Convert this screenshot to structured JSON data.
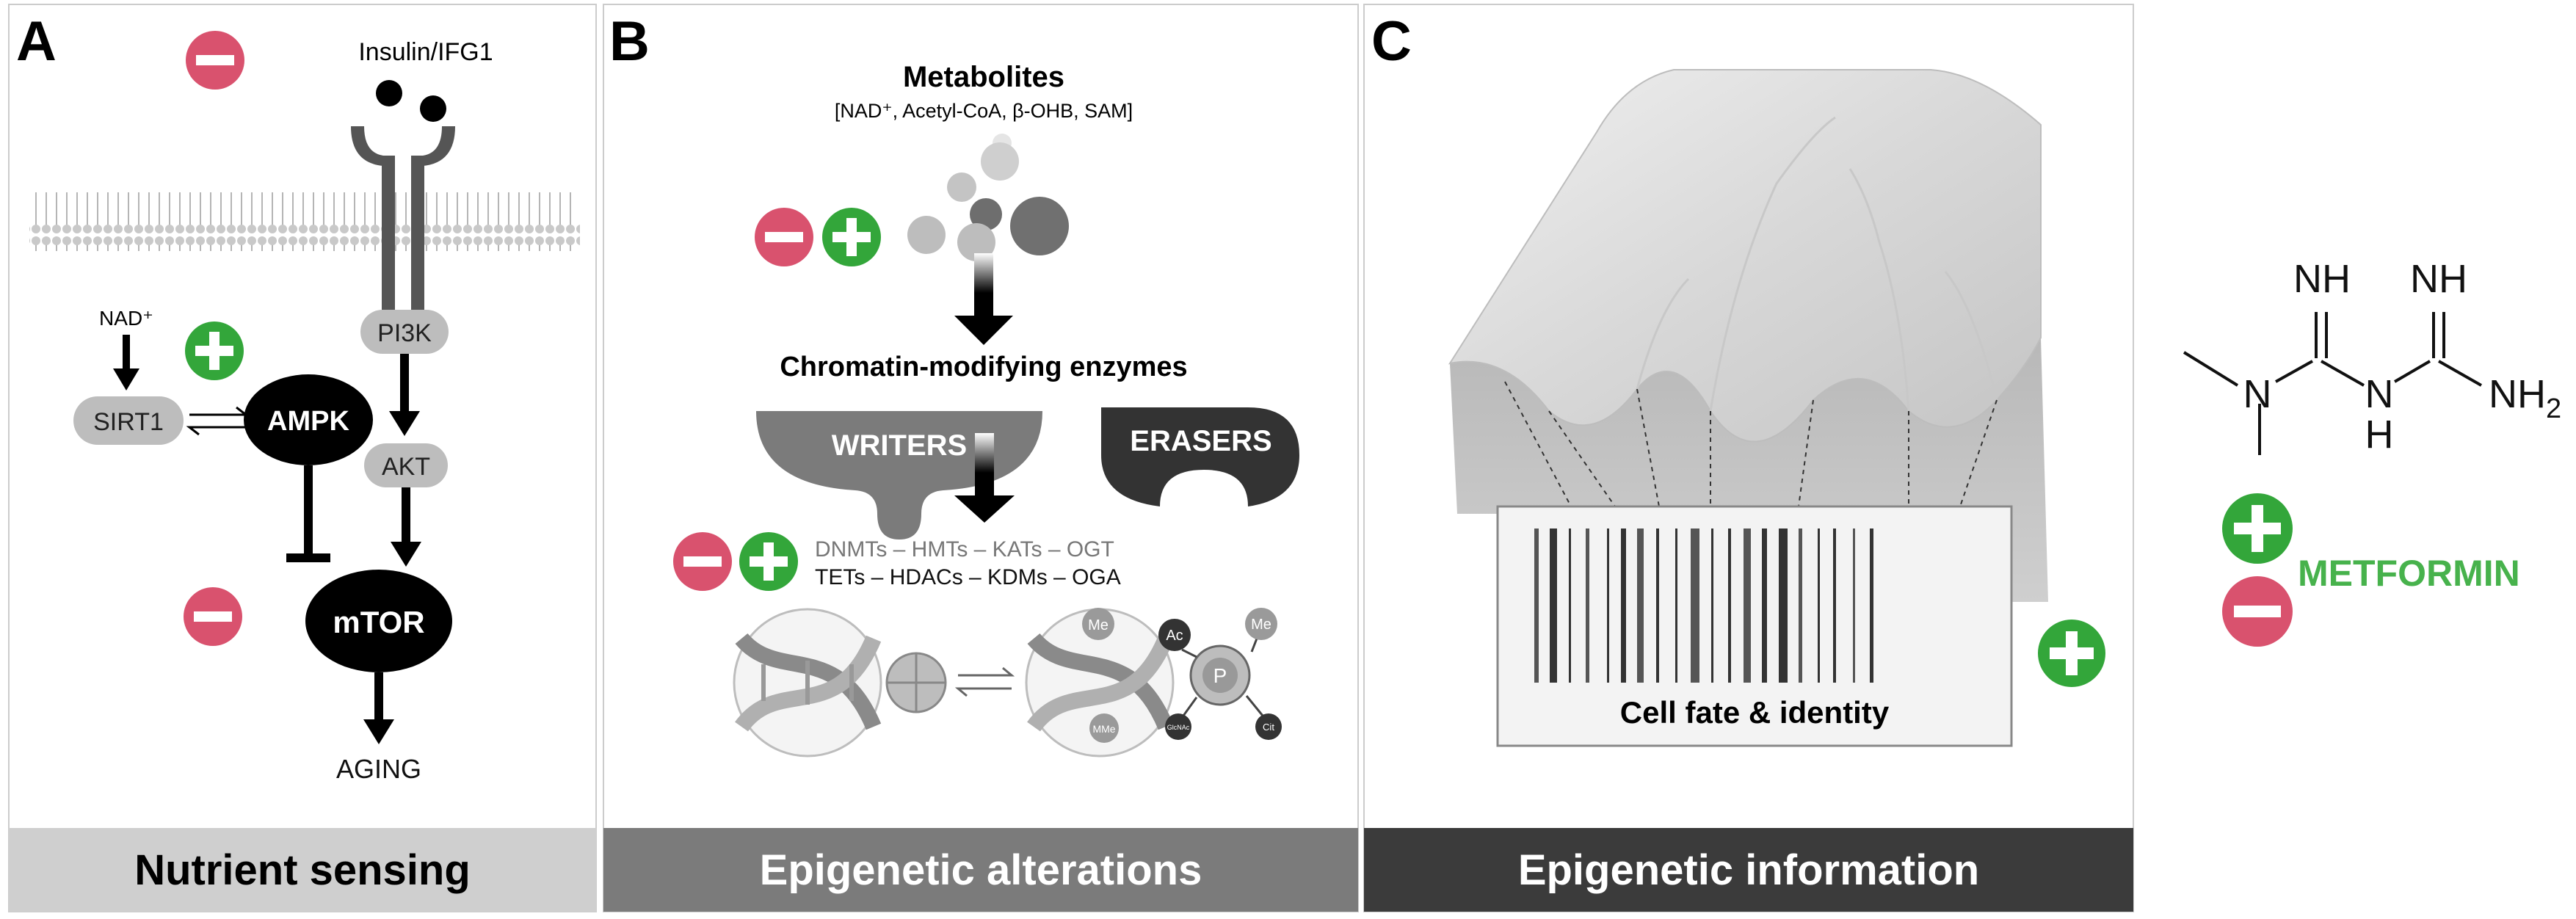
{
  "colors": {
    "minus_sign": "#d9526e",
    "plus_sign": "#33a63a",
    "metformin_text": "#47b24c",
    "footer_a": "#cfcfcf",
    "footer_b": "#7b7b7b",
    "footer_c": "#3b3b3b",
    "protein_black": "#000000",
    "protein_grey": "#bdbdbd"
  },
  "panel_a": {
    "letter": "A",
    "ligand": "Insulin/IFG1",
    "nad": "NAD⁺",
    "sirt1": "SIRT1",
    "ampk": "AMPK",
    "pi3k": "PI3K",
    "akt": "AKT",
    "mtor": "mTOR",
    "aging": "AGING",
    "footer": "Nutrient sensing"
  },
  "panel_b": {
    "letter": "B",
    "metabolites_title": "Metabolites",
    "metabolites_list": "[NAD⁺, Acetyl-CoA, β-OHB, SAM]",
    "enzymes_title": "Chromatin-modifying enzymes",
    "writers": "WRITERS",
    "erasers": "ERASERS",
    "writers_list": "DNMTs – HMTs – KATs – OGT",
    "erasers_list": "TETs – HDACs – KDMs – OGA",
    "marks": {
      "me": "Me",
      "ac": "Ac",
      "p": "P",
      "mme": "MMe",
      "glcnac": "GlcNAc",
      "cit": "Cit"
    },
    "footer": "Epigenetic alterations"
  },
  "panel_c": {
    "letter": "C",
    "barcode_label": "Cell fate & identity",
    "footer": "Epigenetic information"
  },
  "metformin": {
    "nh_left": "NH",
    "nh_right": "NH",
    "n": "N",
    "nh_bottom_n": "N",
    "nh_bottom_h": "H",
    "nh2_main": "NH",
    "nh2_sub": "2",
    "label": "METFORMIN"
  }
}
